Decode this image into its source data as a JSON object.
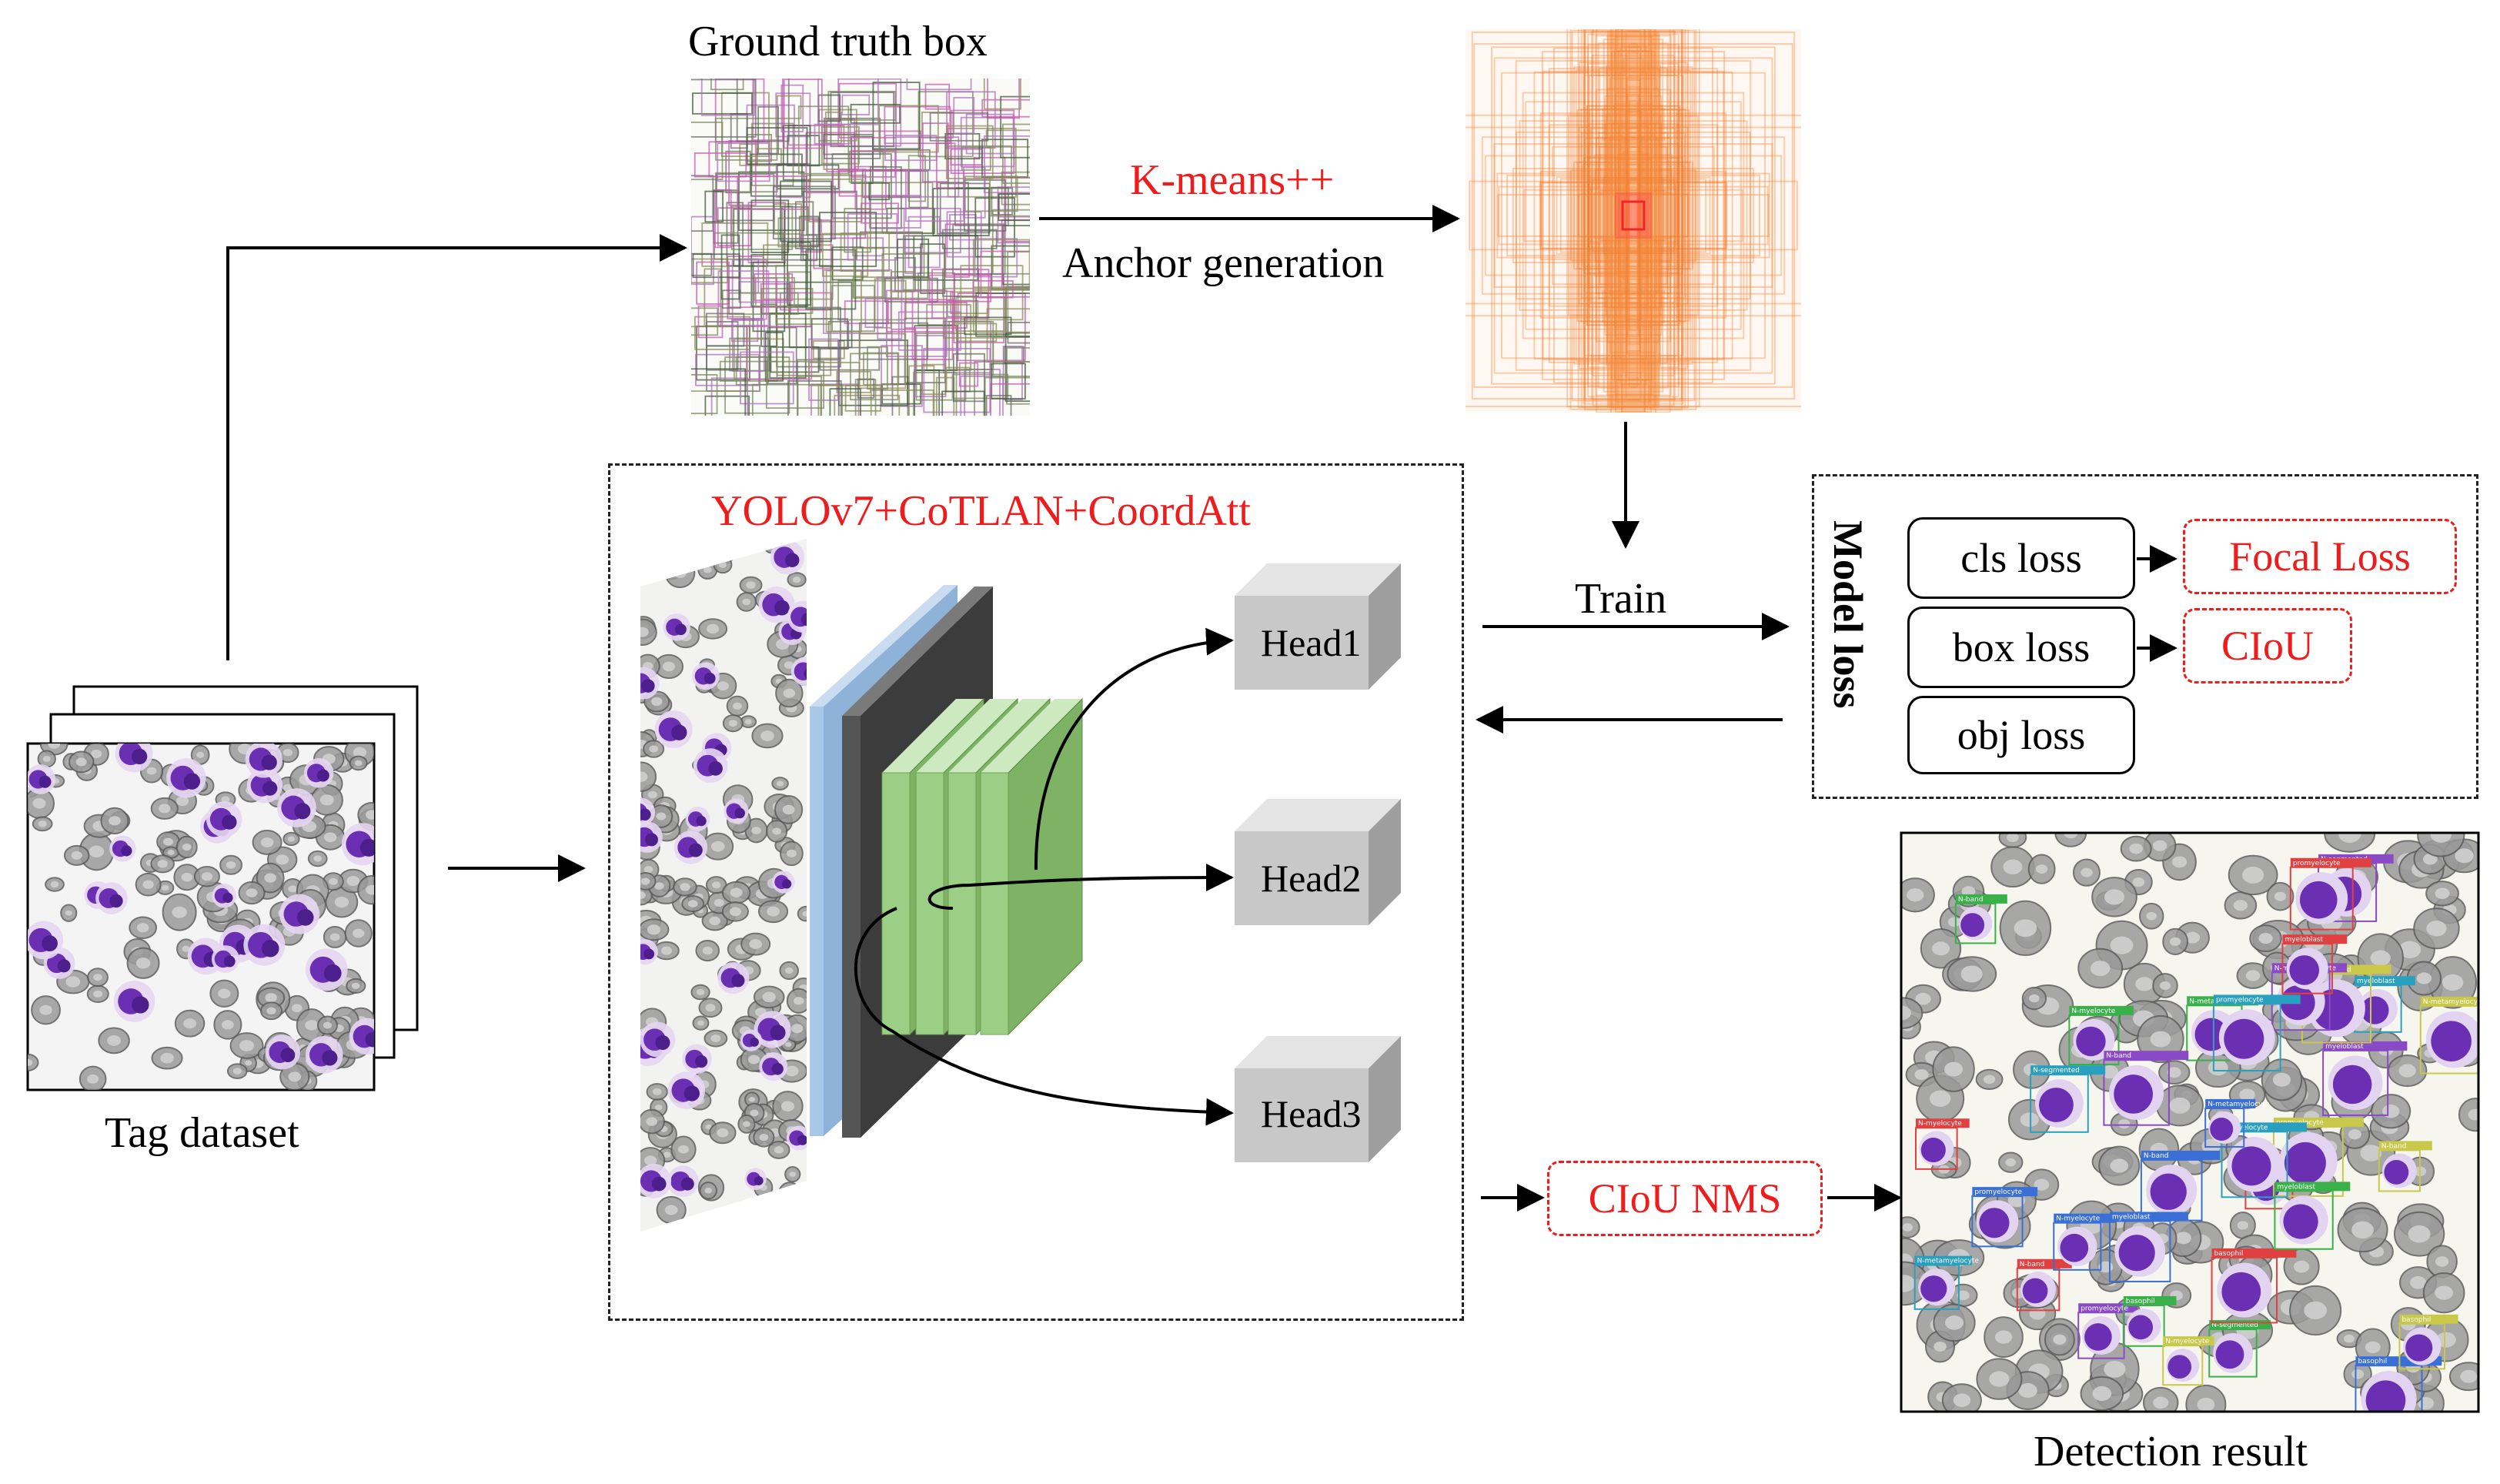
{
  "labels": {
    "ground_truth": "Ground truth box",
    "kmeans": "K-means++",
    "anchor_gen": "Anchor generation",
    "model_title": "YOLOv7+CoTLAN+CoordAtt",
    "tag_dataset": "Tag dataset",
    "train": "Train",
    "model_loss": "Model loss",
    "detection_result": "Detection result",
    "ciou_nms": "CIoU NMS"
  },
  "heads": [
    "Head1",
    "Head2",
    "Head3"
  ],
  "losses": [
    {
      "name": "cls  loss",
      "replacement": "Focal Loss"
    },
    {
      "name": "box loss",
      "replacement": "CIoU"
    },
    {
      "name": "obj loss",
      "replacement": ""
    }
  ],
  "detection_tags": [
    "N-band",
    "N-segmented",
    "N-metamyelocyte",
    "promyelocyte",
    "myeloblast",
    "N-myelocyte",
    "basophil"
  ],
  "colors": {
    "highlight": "#ee1c1c",
    "cell_purple": "#6b2fb3",
    "rbc_gray": "#8a8a8a",
    "layer_blue": "#a9c8e8",
    "layer_dark": "#555555",
    "layer_green": "#9ccf86",
    "head_gray": "#c8c8c8",
    "anchor_orange": "#f07a2a"
  }
}
